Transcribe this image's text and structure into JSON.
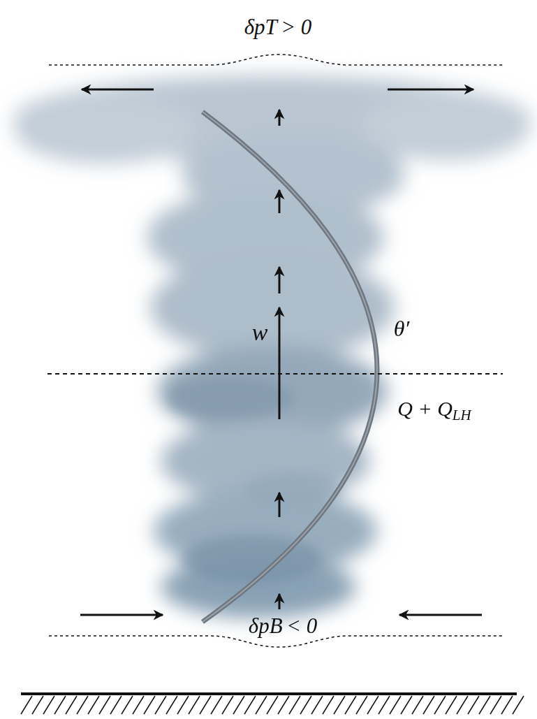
{
  "diagram": {
    "labels": [
      "δpT > 0",
      "w",
      "θ′",
      "Q + QLH",
      "δpB < 0"
    ]
  }
}
